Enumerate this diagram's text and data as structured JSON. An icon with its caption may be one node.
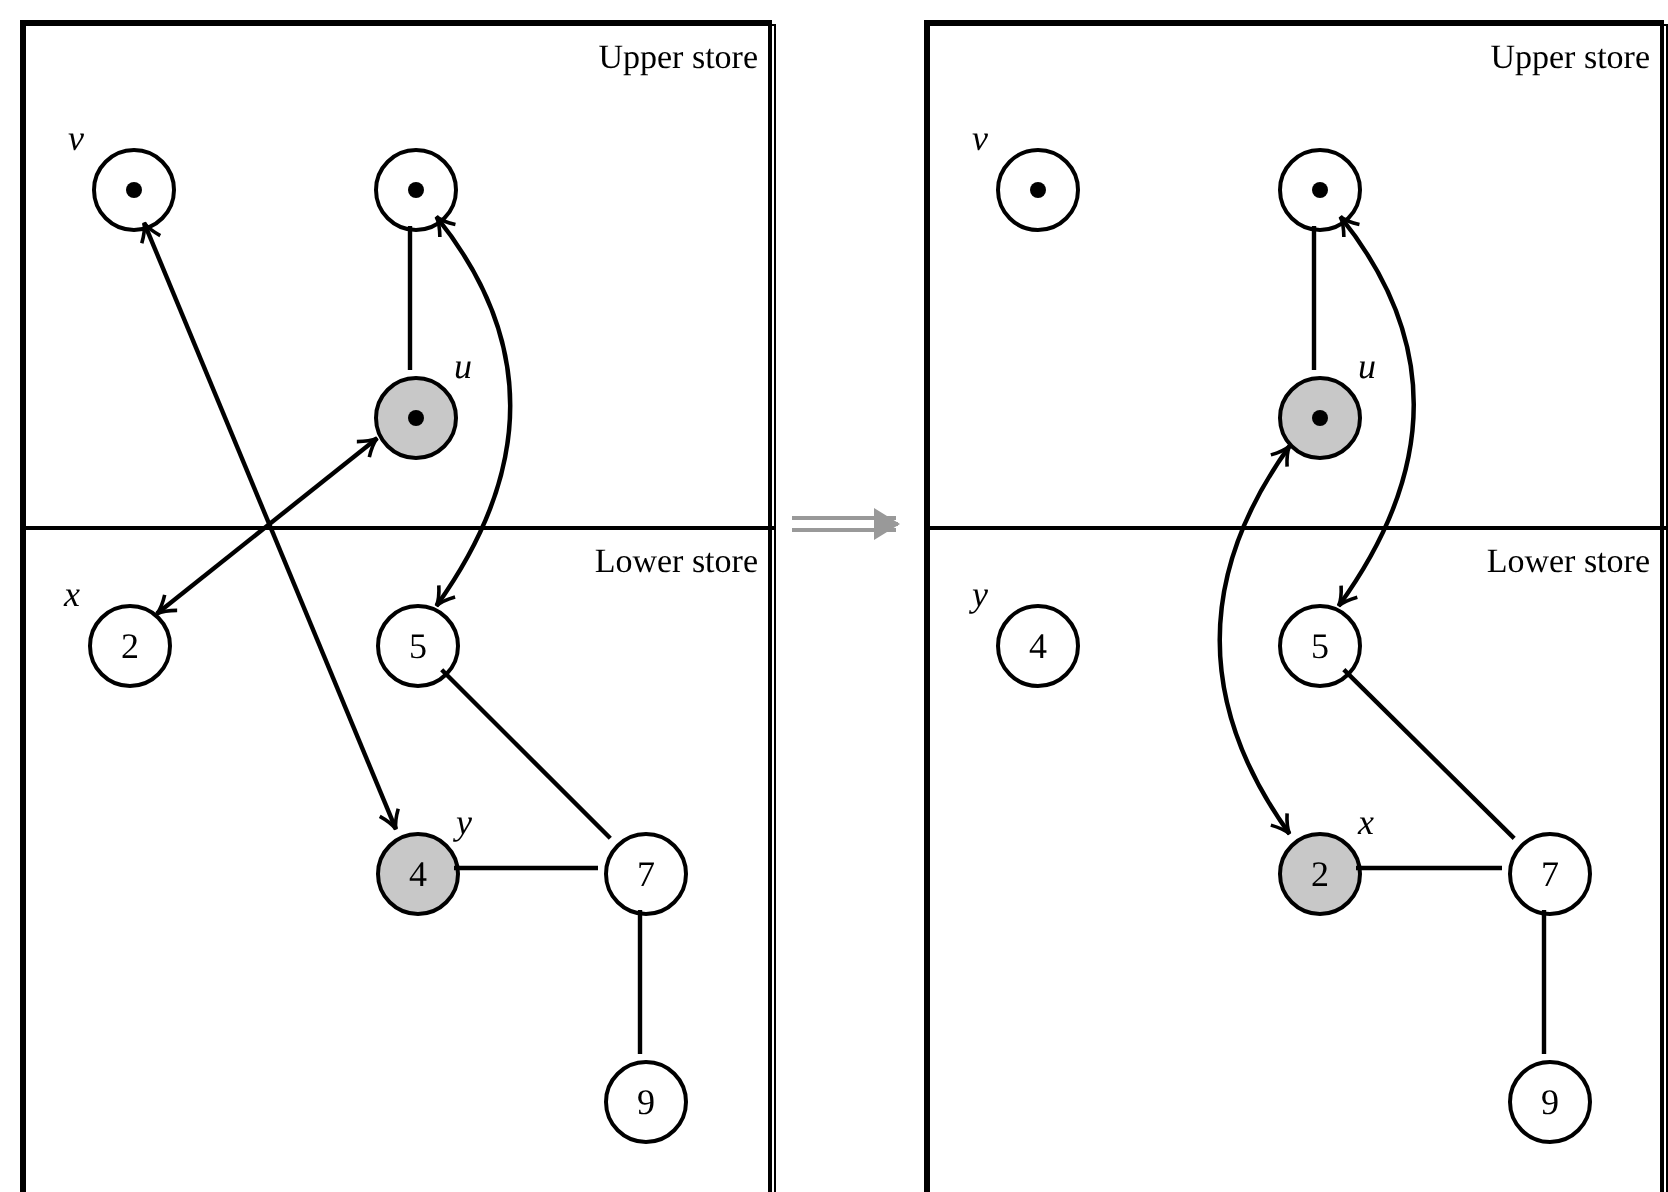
{
  "diagram": {
    "nodes": [
      {
        "text": [],
        "shape": "box"
      },
      {
        "text": [
          "Upper store"
        ],
        "in": 0
      },
      {
        "text": [],
        "shape": "circle",
        "in": 1,
        "beside": [
          "v"
        ]
      },
      {
        "text": [],
        "shape": "circle",
        "in": 1
      },
      {
        "text": [],
        "shape": "circle",
        "in": 1,
        "beside": [
          "u"
        ]
      },
      {
        "text": [
          "Lower store"
        ],
        "in": 0
      },
      {
        "text": [
          "2"
        ],
        "in": 5,
        "beside": [
          "x"
        ]
      },
      {
        "text": [
          "5"
        ],
        "in": 5
      },
      {
        "text": [
          "4"
        ],
        "in": 5,
        "beside": [
          "y"
        ]
      },
      {
        "text": [
          "7"
        ],
        "in": 5
      },
      {
        "text": [
          "9"
        ],
        "in": 5
      },
      {
        "text": [],
        "shape": "box"
      },
      {
        "text": [
          "Upper store"
        ],
        "in": 11
      },
      {
        "text": [],
        "shape": "circle",
        "in": 12,
        "beside": [
          "v"
        ]
      },
      {
        "text": [],
        "shape": "circle",
        "in": 12
      },
      {
        "text": [],
        "shape": "circle",
        "in": 12,
        "beside": [
          "u"
        ]
      },
      {
        "text": [
          "Lower store"
        ],
        "in": 11
      },
      {
        "text": [
          "4"
        ],
        "in": 16,
        "beside": [
          "y"
        ]
      },
      {
        "text": [
          "5"
        ],
        "in": 16
      },
      {
        "text": [
          "2"
        ],
        "in": 16,
        "beside": [
          "x"
        ]
      },
      {
        "text": [
          "7"
        ],
        "in": 16
      },
      {
        "text": [
          "9"
        ],
        "in": 16
      }
    ],
    "edges": [
      {
        "from": 2,
        "to": 8,
        "arrow": "both"
      },
      {
        "from": 3,
        "to": 4,
        "arrow": "none"
      },
      {
        "from": 4,
        "to": 6,
        "arrow": "both"
      },
      {
        "from": 3,
        "to": 7,
        "arrow": "both"
      },
      {
        "from": 7,
        "to": 9,
        "arrow": "none"
      },
      {
        "from": 8,
        "to": 9,
        "arrow": "none"
      },
      {
        "from": 9,
        "to": 10,
        "arrow": "none"
      },
      {
        "from": 0,
        "to": 11,
        "arrow": "to",
        "color": "#999999"
      },
      {
        "from": 14,
        "to": 15,
        "arrow": "none"
      },
      {
        "from": 14,
        "to": 18,
        "arrow": "both"
      },
      {
        "from": 15,
        "to": 19,
        "arrow": "both"
      },
      {
        "from": 18,
        "to": 20,
        "arrow": "none"
      },
      {
        "from": 19,
        "to": 20,
        "arrow": "none"
      },
      {
        "from": 20,
        "to": 21,
        "arrow": "none"
      }
    ]
  }
}
